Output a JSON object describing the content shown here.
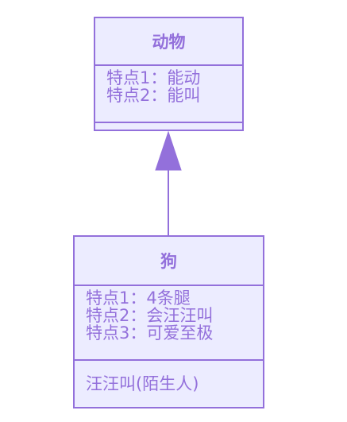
{
  "classes": {
    "animal": {
      "name": "动物",
      "attributes": [
        "特点1：能动",
        "特点2：能叫"
      ],
      "methods": []
    },
    "dog": {
      "name": "狗",
      "attributes": [
        "特点1：4条腿",
        "特点2：会汪汪叫",
        "特点3：可爱至极"
      ],
      "methods": [
        "汪汪叫(陌生人)"
      ]
    }
  },
  "relation": {
    "type": "inheritance",
    "from": "狗",
    "to": "动物"
  },
  "colors": {
    "fill": "#ececff",
    "stroke": "#9370db",
    "text": "#9370db"
  }
}
